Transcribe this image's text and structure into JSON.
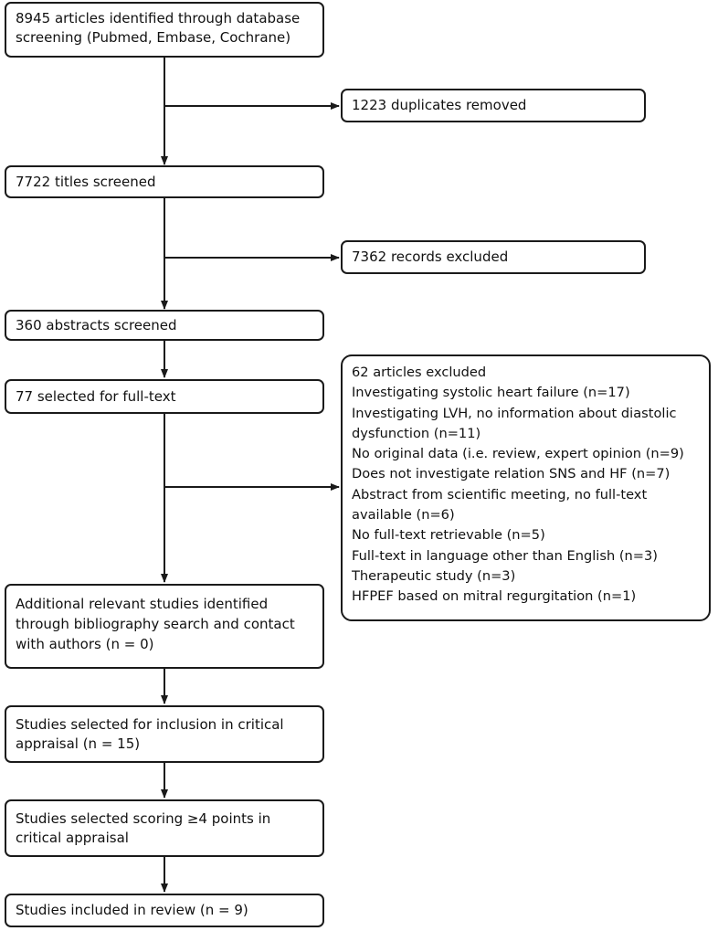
{
  "boxes": {
    "identified": "8945 articles identified through database screening (Pubmed, Embase, Cochrane)",
    "duplicates": "1223 duplicates removed",
    "titles": "7722 titles screened",
    "records_excluded": "7362 records excluded",
    "abstracts": "360 abstracts screened",
    "fulltext": "77 selected for full-text",
    "additional": "Additional relevant studies identified through bibliography search and contact with authors (n = 0)",
    "critical": "Studies selected for inclusion in critical appraisal (n = 15)",
    "scoring": "Studies selected scoring ≥4 points in critical appraisal",
    "included": "Studies included in review (n = 9)"
  },
  "excluded_panel": {
    "title": "62 articles excluded",
    "reasons": [
      "Investigating systolic heart failure (n=17)",
      "Investigating LVH, no information about diastolic dysfunction (n=11)",
      "No original data (i.e. review, expert opinion (n=9)",
      "Does not investigate relation SNS and HF (n=7)",
      "Abstract from scientific meeting, no full-text available (n=6)",
      "No full-text retrievable (n=5)",
      "Full-text in language other than English (n=3)",
      "Therapeutic study (n=3)",
      "HFPEF based on mitral regurgitation (n=1)"
    ]
  }
}
